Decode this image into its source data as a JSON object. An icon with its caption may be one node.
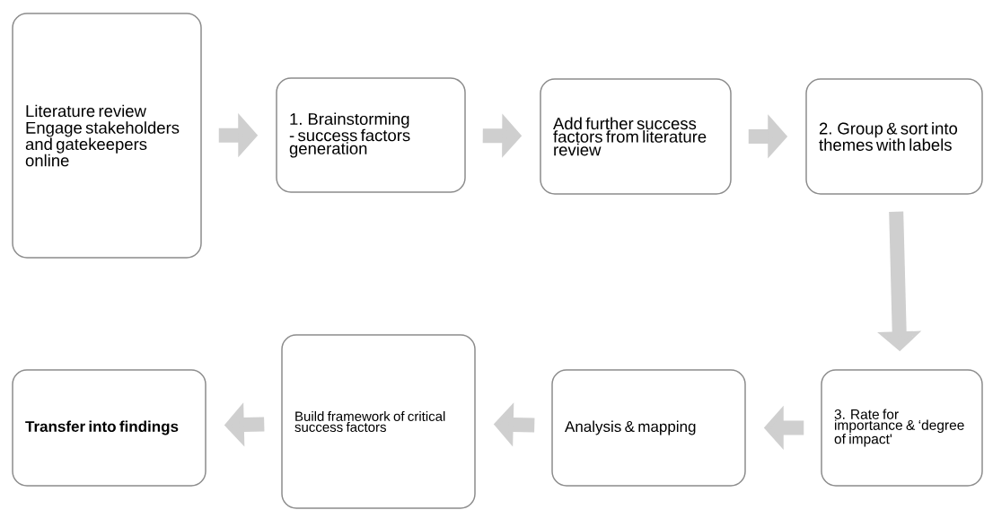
{
  "diagram": {
    "nodes": [
      {
        "text": [
          "Literature review",
          "Engage stakeholders and gatekeepers online"
        ]
      },
      {
        "text": [
          "1. Brainstorming - success factors generation"
        ]
      },
      {
        "text": [
          "Add further success factors from literature review"
        ]
      },
      {
        "text": [
          "2. Group & sort into themes with labels"
        ]
      },
      {
        "text": [
          "3. Rate for importance & ‘degree of impact'"
        ]
      },
      {
        "text": [
          "Analysis & mapping"
        ]
      },
      {
        "text": [
          "Build framework of critical success factors"
        ]
      },
      {
        "text": [
          "Transfer into findings"
        ]
      }
    ],
    "edges": [
      {
        "from": 0,
        "to": 1,
        "arrow": "to"
      },
      {
        "from": 1,
        "to": 2,
        "arrow": "to"
      },
      {
        "from": 2,
        "to": 3,
        "arrow": "to"
      },
      {
        "from": 3,
        "to": 4,
        "arrow": "to"
      },
      {
        "from": 4,
        "to": 5,
        "arrow": "to"
      },
      {
        "from": 5,
        "to": 6,
        "arrow": "to"
      },
      {
        "from": 6,
        "to": 7,
        "arrow": "to"
      }
    ]
  }
}
